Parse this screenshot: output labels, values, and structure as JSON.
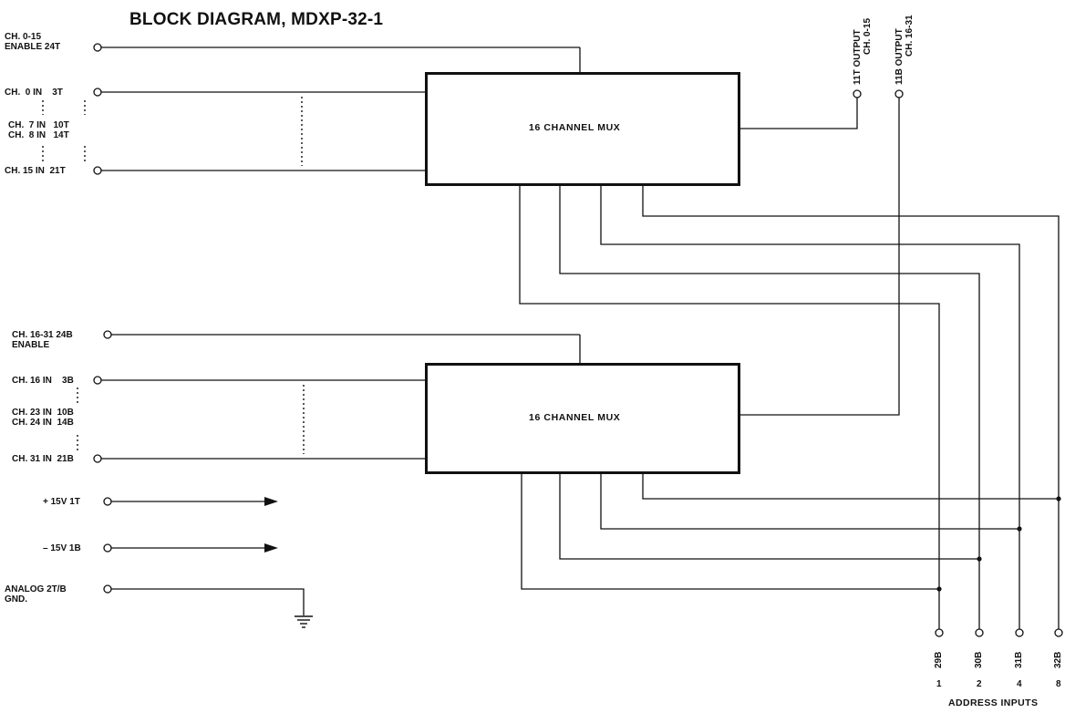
{
  "title": "BLOCK DIAGRAM, MDXP-32-1",
  "mux_label": "16 CHANNEL MUX",
  "inputs": {
    "en_top_1": "CH. 0-15",
    "en_top_2": "ENABLE  24T",
    "ch0": "CH.  0 IN    3T",
    "ch7": "CH.  7 IN   10T",
    "ch8": "CH.  8 IN   14T",
    "ch15": "CH. 15 IN  21T",
    "en_bot_1": "CH. 16-31 24B",
    "en_bot_2": "ENABLE",
    "ch16": "CH. 16 IN    3B",
    "ch23": "CH. 23 IN  10B",
    "ch24": "CH. 24 IN  14B",
    "ch31": "CH. 31 IN  21B",
    "pos15": "+ 15V 1T",
    "neg15": "– 15V 1B",
    "gnd_1": "ANALOG 2T/B",
    "gnd_2": "GND."
  },
  "outputs": {
    "out_top_1": "11T OUTPUT",
    "out_top_2": "CH. 0-15",
    "out_bot_1": "11B OUTPUT",
    "out_bot_2": "CH. 16-31"
  },
  "address": {
    "pins": [
      "29B",
      "30B",
      "31B",
      "32B"
    ],
    "weights": [
      "1",
      "2",
      "4",
      "8"
    ],
    "caption": "ADDRESS INPUTS"
  }
}
